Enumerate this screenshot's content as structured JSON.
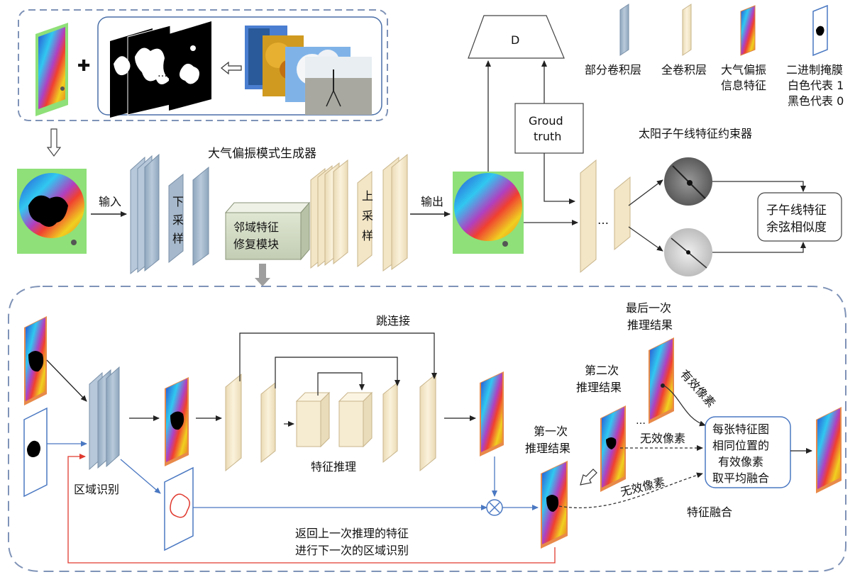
{
  "legend": {
    "partial_conv": "部分卷积层",
    "full_conv": "全卷积层",
    "pol_feature_l1": "大气偏振",
    "pol_feature_l2": "信息特征",
    "mask_l1": "二进制掩膜",
    "mask_l2": "白色代表 1",
    "mask_l3": "黑色代表 0"
  },
  "top": {
    "generator_title": "大气偏振模式生成器",
    "input_label": "输入",
    "downsample_label": [
      "下",
      "采",
      "样"
    ],
    "neighbor_module": [
      "邻域特征",
      "修复模块"
    ],
    "upsample_label": [
      "上",
      "采",
      "样"
    ],
    "output_label": "输出",
    "discriminator": "D",
    "ground_truth": [
      "Groud",
      "truth"
    ],
    "meridian_constraint": "太阳子午线特征约束器",
    "ellipsis": "…",
    "meridian_similarity": [
      "子午线特征",
      "余弦相似度"
    ]
  },
  "bottom": {
    "region_identification": "区域识别",
    "skip_connection": "跳连接",
    "feature_inference": "特征推理",
    "first_result": [
      "第一次",
      "推理结果"
    ],
    "second_result": [
      "第二次",
      "推理结果"
    ],
    "last_result": [
      "最后一次",
      "推理结果"
    ],
    "valid_pixels": "有效像素",
    "invalid_pixels_1": "无效像素",
    "invalid_pixels_2": "无效像素",
    "fusion_box": [
      "每张特征图",
      "相同位置的",
      "有效像素",
      "取平均融合"
    ],
    "feature_fusion": "特征融合",
    "return_note": [
      "返回上一次推理的特征",
      "进行下一次的区域识别"
    ],
    "multiply_symbol": "⊗",
    "dots": "…"
  },
  "colors": {
    "partial_conv": "#9fb4c8",
    "full_conv": "#f3e6c6",
    "dash_border": "#7f93b7",
    "blue_arrow": "#4a78c2",
    "red_arrow": "#e03a2f"
  }
}
